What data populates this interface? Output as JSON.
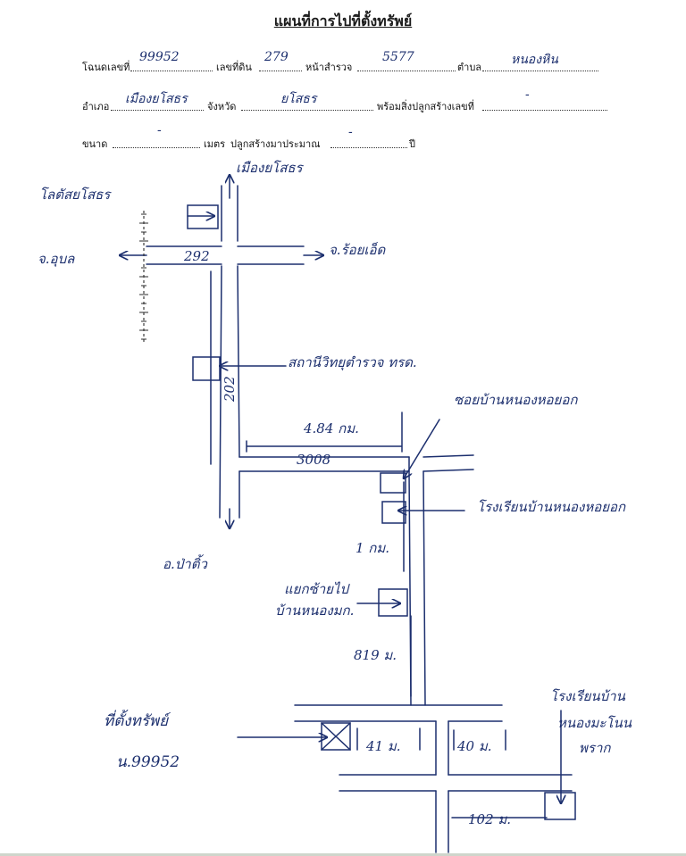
{
  "header": {
    "title": "แผนที่การไปที่ตั้งทรัพย์"
  },
  "form": {
    "deed_label": "โฉนดเลขที่",
    "deed_value": "99952",
    "land_no_label": "เลขที่ดิน",
    "land_no_value": "279",
    "survey_page_label": "หน้าสำรวจ",
    "survey_page_value": "5577",
    "subdistrict_label": "ตำบล",
    "subdistrict_value": "หนองหิน",
    "district_label": "อำเภอ",
    "district_value": "เมืองยโสธร",
    "province_label": "จังหวัด",
    "province_value": "ยโสธร",
    "building_label": "พร้อมสิ่งปลูกสร้างเลขที่",
    "building_value": "-",
    "size_label": "ขนาด",
    "size_value": "-",
    "size_unit": "เมตร",
    "built_label": "ปลูกสร้างมาประมาณ",
    "built_value": "-",
    "built_unit": "ปี"
  },
  "map": {
    "to_city": "เมืองยโสธร",
    "lotus": "โลตัสยโสธร",
    "to_ubon": "จ.อุบล",
    "hwy_292": "292",
    "to_roiet": "จ.ร้อยเอ็ด",
    "police": "สถานีวิทยุตำรวจ ทรด.",
    "hwy_202": "202",
    "dist_484": "4.84 กม.",
    "road_3008": "3008",
    "to_khamkhuean": "อ.ป่าติ้ว",
    "village_entrance": "ซอยบ้านหนองหอยอก",
    "school_1": "โรงเรียนบ้านหนองหอยอก",
    "dist_1km": "1 กม.",
    "junction_label_1": "แยกซ้ายไป",
    "junction_label_2": "บ้านหนองมก.",
    "dist_819": "819 ม.",
    "property_1": "ที่ตั้งทรัพย์",
    "property_2": "น.99952",
    "dist_41": "41 ม.",
    "dist_40": "40 ม.",
    "school_2a": "โรงเรียนบ้าน",
    "school_2b": "หนองมะโนน",
    "school_2c": "พราก",
    "dist_102": "102 ม."
  },
  "colors": {
    "ink": "#1c2f6e",
    "print": "#111111"
  }
}
